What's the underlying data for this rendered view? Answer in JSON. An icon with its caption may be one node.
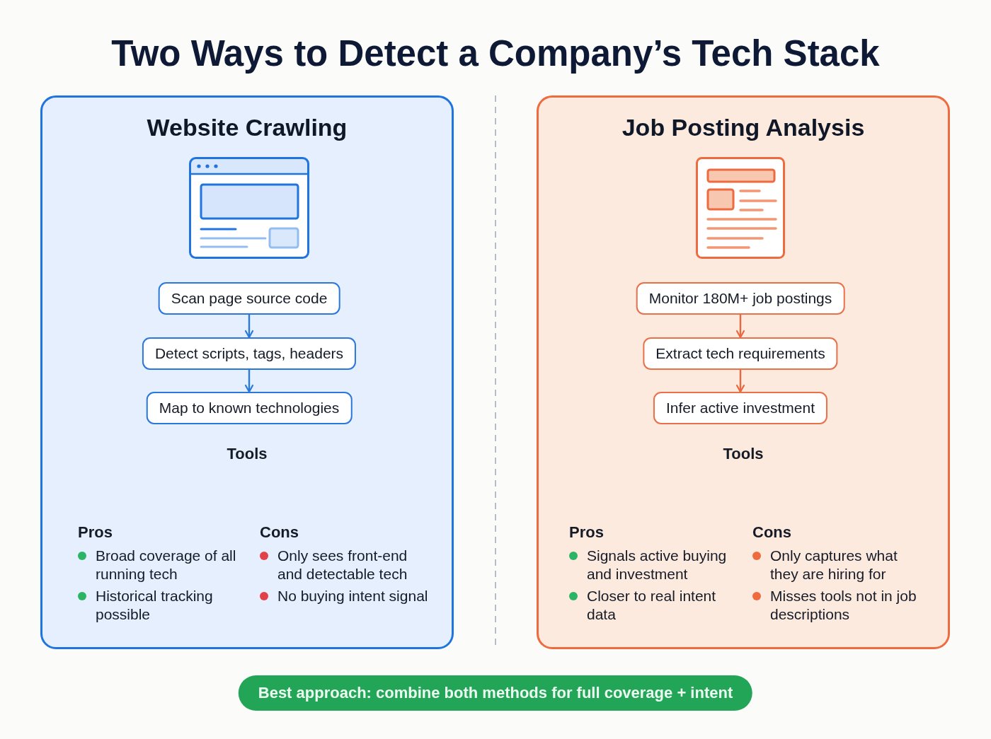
{
  "diagram": {
    "title": "Two Ways to Detect a Company’s Tech Stack",
    "nodes": [
      {
        "text": [
          "Website Crawling",
          "Tools",
          "Pros",
          "Broad coverage of all running tech",
          "Historical tracking possible",
          "Cons",
          "Only sees front-end and detectable tech",
          "No buying intent signal"
        ]
      },
      {
        "text": [
          "Scan page source code"
        ],
        "in": 0
      },
      {
        "text": [
          "Detect scripts, tags, headers"
        ],
        "in": 0
      },
      {
        "text": [
          "Map to known technologies"
        ],
        "in": 0
      },
      {
        "text": [
          "Job Posting Analysis",
          "Tools",
          "Pros",
          "Signals active buying and investment",
          "Closer to real intent data",
          "Cons",
          "Only captures what they are hiring for",
          "Misses tools not in job descriptions"
        ]
      },
      {
        "text": [
          "Monitor 180M+ job postings"
        ],
        "in": 4
      },
      {
        "text": [
          "Extract tech requirements"
        ],
        "in": 4
      },
      {
        "text": [
          "Infer active investment"
        ],
        "in": 4
      },
      {
        "text": [
          "Best approach: combine both methods for full coverage + intent"
        ]
      }
    ],
    "edges": [
      {
        "from": 1,
        "to": 2,
        "arrow": "to",
        "color": "#2b79d9"
      },
      {
        "from": 2,
        "to": 3,
        "arrow": "to",
        "color": "#2b79d9"
      },
      {
        "from": 5,
        "to": 6,
        "arrow": "to",
        "color": "#e8683f"
      },
      {
        "from": 6,
        "to": 7,
        "arrow": "to",
        "color": "#e8683f"
      }
    ]
  }
}
